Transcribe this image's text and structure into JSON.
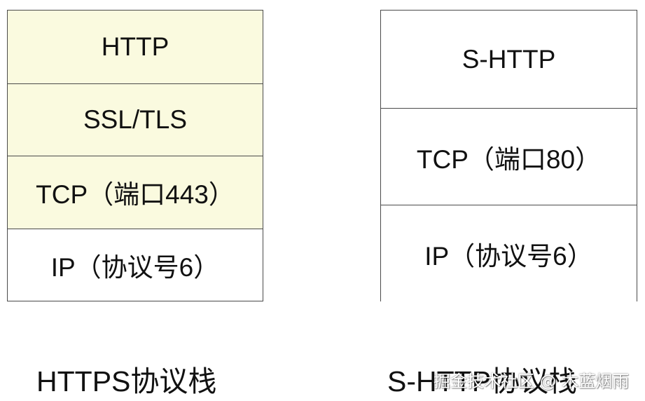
{
  "https_stack": {
    "layers": [
      {
        "label": "HTTP",
        "fill": "#fafadf"
      },
      {
        "label": "SSL/TLS",
        "fill": "#fafadf"
      },
      {
        "label": "TCP（端口443）",
        "fill": "#fafadf"
      },
      {
        "label": "IP（协议号6）",
        "fill": "#ffffff"
      }
    ],
    "caption": "HTTPS协议栈"
  },
  "shttp_stack": {
    "layers": [
      {
        "label": "S-HTTP",
        "fill": "#ffffff"
      },
      {
        "label": "TCP（端口80）",
        "fill": "#ffffff"
      },
      {
        "label": "IP（协议号6）",
        "fill": "#ffffff"
      }
    ],
    "caption": "S-HTTP协议栈"
  },
  "watermark": "掘金技术社区 @ 木蓝烟雨"
}
